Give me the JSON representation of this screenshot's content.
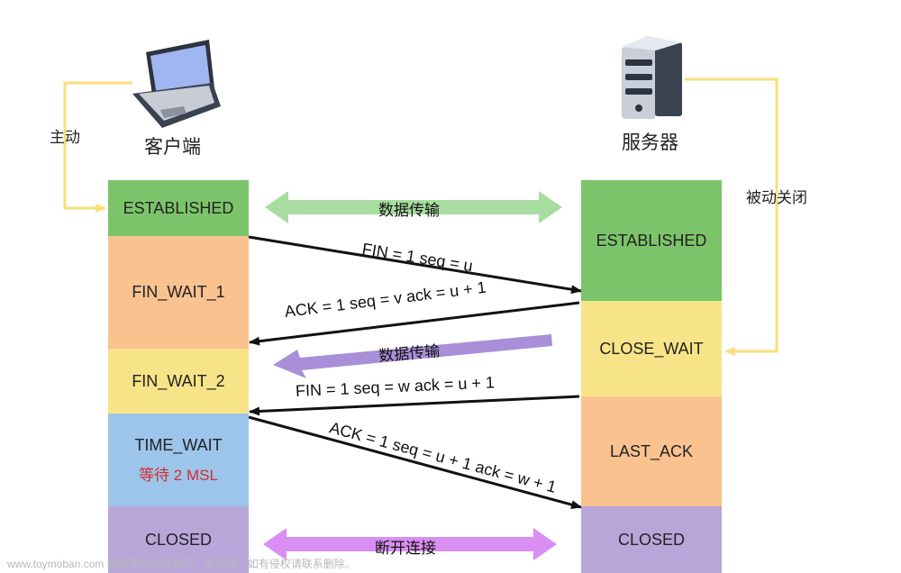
{
  "client": {
    "title": "客户端",
    "side_label": "主动",
    "states": [
      {
        "label": "ESTABLISHED",
        "color": "#7cc46a"
      },
      {
        "label": "FIN_WAIT_1",
        "color": "#f9c28f"
      },
      {
        "label": "FIN_WAIT_2",
        "color": "#f8e488"
      },
      {
        "label": "TIME_WAIT",
        "sub": "等待 2 MSL",
        "color": "#9dc4ea"
      },
      {
        "label": "CLOSED",
        "color": "#b9a6d9"
      }
    ]
  },
  "server": {
    "title": "服务器",
    "side_label": "被动关闭",
    "states": [
      {
        "label": "ESTABLISHED",
        "color": "#7cc46a"
      },
      {
        "label": "CLOSE_WAIT",
        "color": "#f8e488"
      },
      {
        "label": "LAST_ACK",
        "color": "#f9c28f"
      },
      {
        "label": "CLOSED",
        "color": "#b9a6d9"
      }
    ]
  },
  "messages": [
    {
      "label": "FIN = 1 seq = u"
    },
    {
      "label": "ACK = 1 seq = v ack = u + 1"
    },
    {
      "label": "FIN = 1 seq = w ack = u + 1"
    },
    {
      "label": "ACK = 1 seq = u + 1 ack = w + 1"
    }
  ],
  "bands": {
    "data_transfer_1": "数据传输",
    "data_transfer_2": "数据传输",
    "disconnect": "断开连接"
  },
  "colors": {
    "band_green": "#a8dca0",
    "band_purple": "#a98fd8",
    "band_violet": "#d98ef2",
    "side_arrow": "#f8df7a"
  },
  "watermark": "www.toymoban.com 网络图片仅供展示，非存储，如有侵权请联系删除。"
}
